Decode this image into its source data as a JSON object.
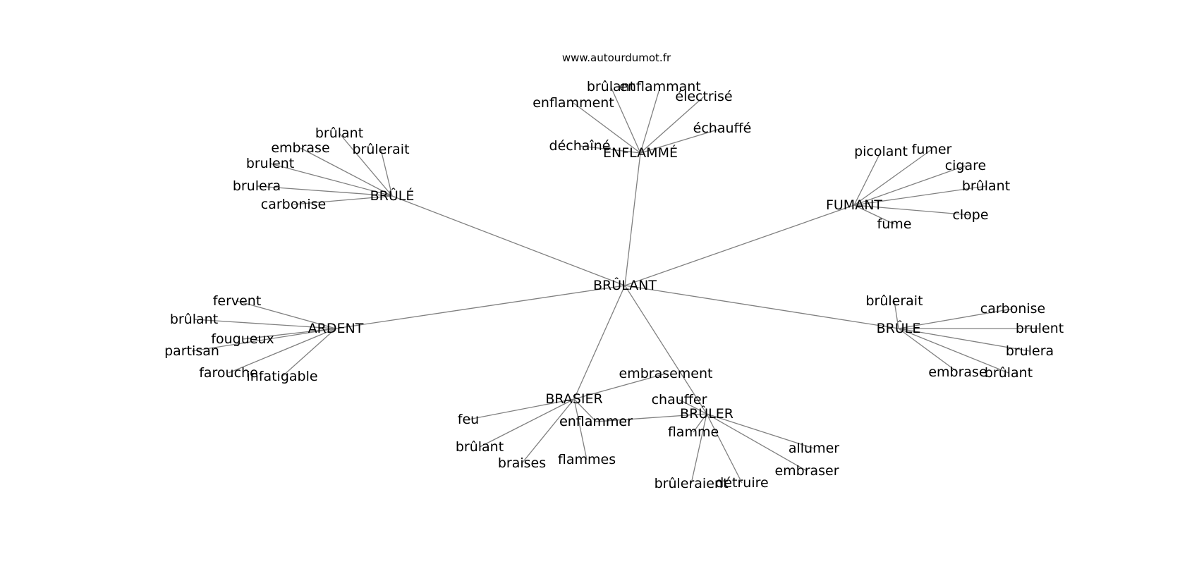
{
  "source": "www.autourdumot.fr",
  "graph": {
    "center": "BRÛLANT",
    "groups": [
      {
        "hub": "ENFLAMMÉ",
        "leaves": [
          "brûlant",
          "enflammant",
          "enflamment",
          "électrisé",
          "échauffé",
          "déchaîné"
        ]
      },
      {
        "hub": "BRÛLÉ",
        "leaves": [
          "brûlant",
          "embrase",
          "brûlerait",
          "brulent",
          "brulera",
          "carbonise"
        ]
      },
      {
        "hub": "FUMANT",
        "leaves": [
          "picolant",
          "fumer",
          "cigare",
          "brûlant",
          "clope",
          "fume"
        ]
      },
      {
        "hub": "ARDENT",
        "leaves": [
          "fervent",
          "brûlant",
          "fougueux",
          "partisan",
          "farouche",
          "infatigable"
        ]
      },
      {
        "hub": "BRÛLE",
        "leaves": [
          "brûlerait",
          "carbonise",
          "brulent",
          "brulera",
          "embrase",
          "brûlant"
        ]
      },
      {
        "hub": "BRASIER",
        "leaves": [
          "embrasement",
          "feu",
          "brûlant",
          "braises",
          "flammes",
          "enflammer"
        ]
      },
      {
        "hub": "BRÛLER",
        "leaves": [
          "chauffer",
          "enflammer",
          "flamme",
          "allumer",
          "embraser",
          "détruire",
          "brûleraient"
        ]
      }
    ]
  }
}
